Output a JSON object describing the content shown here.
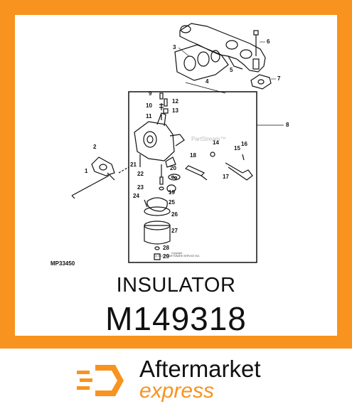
{
  "diagram": {
    "code": "MP33450",
    "watermark": "PartStream™",
    "copyright": "Copyright\n(c) 2017 by PARTSWARE SERVICE INC.",
    "callouts": [
      "1",
      "2",
      "3",
      "4",
      "5",
      "6",
      "7",
      "8",
      "9",
      "10",
      "11",
      "12",
      "13",
      "14",
      "15",
      "16",
      "17",
      "18",
      "19",
      "20",
      "21",
      "22",
      "23",
      "24",
      "25",
      "26",
      "27",
      "28",
      "29"
    ]
  },
  "part": {
    "name": "INSULATOR",
    "number": "M149318"
  },
  "brand": {
    "line1": "Aftermarket",
    "line2": "express",
    "accent_color": "#f7931e"
  }
}
